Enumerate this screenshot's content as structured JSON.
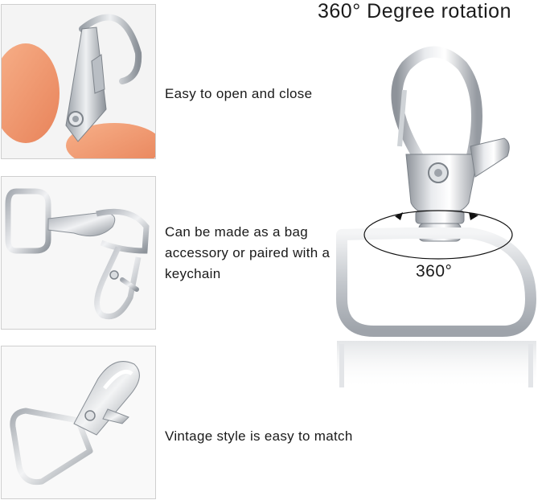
{
  "title": "360° Degree rotation",
  "rotation_label": "360°",
  "features": [
    {
      "caption": "Easy to open and close",
      "image": "hand-opening-clasp"
    },
    {
      "caption": "Can be made as a bag accessory or paired with a keychain",
      "image": "clasps-with-d-rings"
    },
    {
      "caption": "Vintage style is easy to match",
      "image": "clasp-with-d-ring"
    }
  ],
  "colors": {
    "metal": "#c9ccd1",
    "metal_dark": "#8e939a",
    "background": "#ffffff",
    "panel_border": "#cfcfcf"
  }
}
